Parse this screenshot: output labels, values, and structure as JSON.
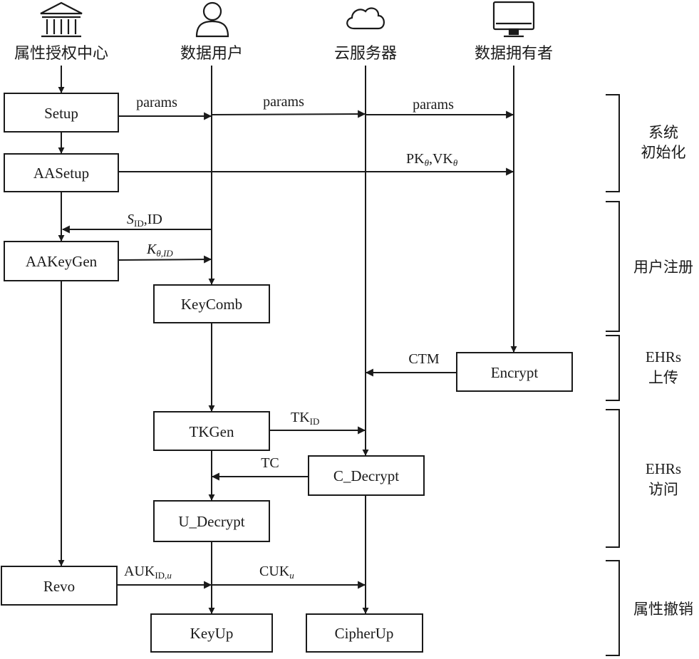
{
  "actors": {
    "authority": "属性授权中心",
    "user": "数据用户",
    "cloud": "云服务器",
    "owner": "数据拥有者"
  },
  "icons": {
    "authority": "building-icon",
    "user": "person-icon",
    "cloud": "cloud-icon",
    "owner": "monitor-icon"
  },
  "boxes": {
    "setup": "Setup",
    "aasetup": "AASetup",
    "aakeygen": "AAKeyGen",
    "keycomb": "KeyComb",
    "encrypt": "Encrypt",
    "tkgen": "TKGen",
    "c_decrypt": "C_Decrypt",
    "u_decrypt": "U_Decrypt",
    "revo": "Revo",
    "keyup": "KeyUp",
    "cipherup": "CipherUp"
  },
  "messages": {
    "params_1": "params",
    "params_2": "params",
    "params_3": "params",
    "pk_vk": {
      "a": "PK",
      "a_sub": "θ",
      "sep": ",VK",
      "b_sub": "θ"
    },
    "sid_id": {
      "main": "S",
      "sub": "ID",
      "tail": ",ID"
    },
    "k_theta_id": {
      "main": "K",
      "sub": "θ,ID"
    },
    "ctm": "CTM",
    "tk_id": {
      "main": "TK",
      "sub": "ID"
    },
    "tc": "TC",
    "auk_id_u": {
      "main": "AUK",
      "sub": "ID,",
      "sub_italic": "u"
    },
    "cuk_u": {
      "main": "CUK",
      "sub_italic": "u"
    }
  },
  "phases": {
    "system_init": [
      "系统",
      "初始化"
    ],
    "user_register": [
      "用户注册"
    ],
    "ehr_upload": [
      "EHRs",
      "上传"
    ],
    "ehr_access": [
      "EHRs",
      "访问"
    ],
    "attr_revoke": [
      "属性撤销"
    ]
  }
}
